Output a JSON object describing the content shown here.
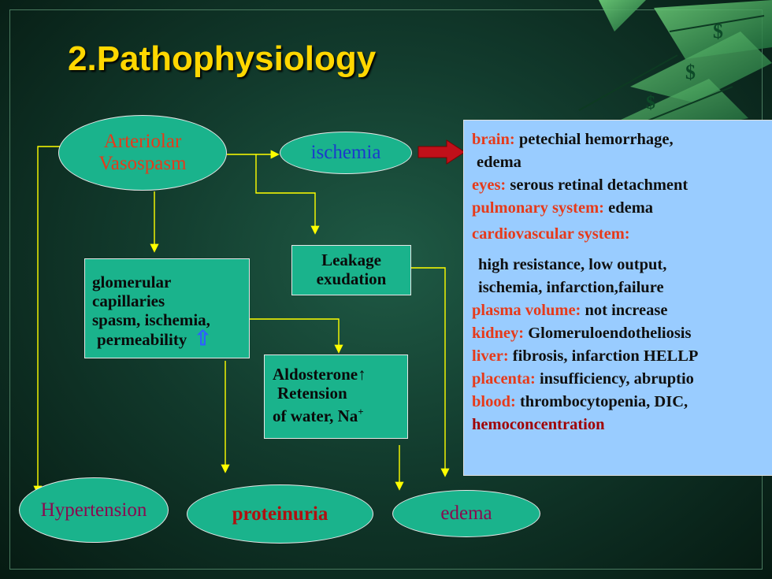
{
  "slide": {
    "title": "2.Pathophysiology",
    "nodes": {
      "arteriolar_1": "Arteriolar",
      "arteriolar_2": "Vasospasm",
      "ischemia": "ischemia",
      "leakage_1": "Leakage",
      "leakage_2": "exudation",
      "glomerular_1": "glomerular",
      "glomerular_2": "capillaries",
      "glomerular_3": "spasm, ischemia,",
      "glomerular_4": "permeability",
      "glomerular_arrow": "⇧",
      "aldo_1": "Aldosterone↑",
      "aldo_2": "Retension",
      "aldo_3": "of water, Na",
      "aldo_sup": "+",
      "hypertension": "Hypertension",
      "proteinuria": "proteinuria",
      "edema": "edema"
    },
    "info": {
      "brain_k": "brain:",
      "brain_v": "petechial hemorrhage,",
      "brain_v2": "edema",
      "eyes_k": "eyes:",
      "eyes_v": "serous retinal detachment",
      "pulm_k": "pulmonary system:",
      "pulm_v": "edema",
      "cardio_k": "cardiovascular system:",
      "cardio_v1": "high resistance, low output,",
      "cardio_v2": "ischemia,  infarction,failure",
      "plasma_k": "plasma volume:",
      "plasma_v": "not increase",
      "kidney_k": "kidney:",
      "kidney_v": "Glomeruloendotheliosis",
      "liver_k": "liver:",
      "liver_v": "fibrosis, infarction HELLP",
      "placenta_k": "placenta:",
      "placenta_v": "insufficiency, abruptio",
      "blood_k": "blood:",
      "blood_v": "thrombocytopenia, DIC,",
      "blood_v2": "hemoconcentration"
    },
    "icons": {
      "decor_symbol": "$"
    },
    "colors": {
      "title": "#ffd700",
      "node_fill": "#1ab38c",
      "info_fill": "#99ccff",
      "key_red": "#e63a1a",
      "arrow_red": "#c0101a",
      "connector": "#ffff00"
    }
  }
}
